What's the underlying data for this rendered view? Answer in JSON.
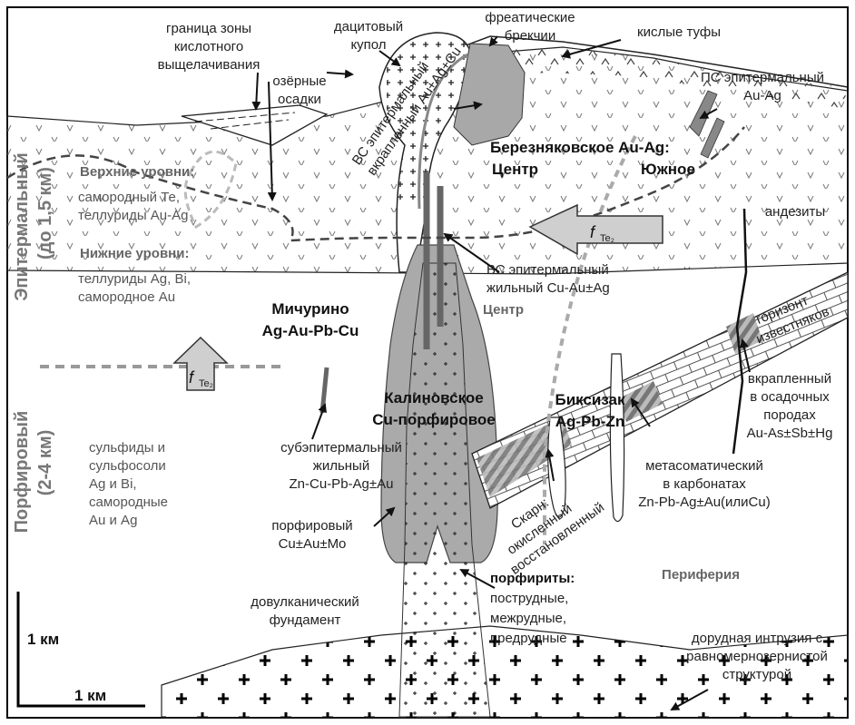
{
  "zones": {
    "epithermal": "Эпитермальный",
    "epithermal_depth": "(до 1,5 км)",
    "porphyry": "Порфировый",
    "porphyry_depth": "(2-4 км)"
  },
  "labels": {
    "acid_leach_boundary": [
      "граница зоны",
      "кислотного",
      "выщелачивания"
    ],
    "lake_sediments": [
      "озёрные",
      "осадки"
    ],
    "dacite_dome": [
      "дацитовый",
      "купол"
    ],
    "phreatic_breccia": [
      "фреатические",
      "брекчии"
    ],
    "acid_tuffs": "кислые туфы",
    "ls_epithermal": [
      "ПС эпитермальный",
      "Au-Ag"
    ],
    "hs_disseminated": [
      "ВС эпитермальный",
      "вкрапленный Au±Ag±Cu"
    ],
    "upper_levels_title": "Верхние уровни:",
    "upper_levels_text": [
      "самородный Те,",
      "теллуриды Au-Ag"
    ],
    "lower_levels_title": "Нижние уровни:",
    "lower_levels_text": [
      "теллуриды Ag, Bi,",
      "самородное Au"
    ],
    "andesites": "андезиты",
    "hs_vein": [
      "ВС эпитермальный",
      "жильный Cu-Au±Ag"
    ],
    "center": "Центр",
    "limestone_horizon": [
      "горизонт",
      "известняков"
    ],
    "disseminated_sediments": [
      "вкрапленный",
      "в осадочных",
      "породах",
      "Au-As±Sb±Hg"
    ],
    "subepithermal": [
      "субэпитермальный",
      "жильный",
      "Zn-Cu-Pb-Ag±Au"
    ],
    "porphyry_cu": [
      "порфировый",
      "Cu±Au±Mo"
    ],
    "sulfides": [
      "сульфиды и",
      "сульфосоли",
      "Ag и Bi,",
      "самородные",
      "Au и Ag"
    ],
    "skarn": [
      "Скарн:",
      "окисленный",
      "восстановленный"
    ],
    "metasomatic": [
      "метасоматический",
      "в карбонатах",
      "Zn-Pb-Ag±Au(илиCu)"
    ],
    "porphyrites_title": "порфириты:",
    "porphyrites_text": [
      "пострудные,",
      "межрудные,",
      "предрудные"
    ],
    "periphery": "Периферия",
    "basement": [
      "довулканический",
      "фундамент"
    ],
    "pre_ore_intrusion": [
      "дорудная интрузия с",
      "равномернозернистой",
      "структурой"
    ],
    "scale_v": "1 км",
    "scale_h": "1 км",
    "fte_symbol": "f",
    "fte_sub": "Te₂"
  },
  "deposits": {
    "bereznyak": [
      "Березняковское Au-Ag:",
      "Центр",
      "Южное"
    ],
    "michurino": [
      "Мичурино",
      "Ag-Au-Pb-Cu"
    ],
    "kalinovskoe": [
      "Калиновское",
      "Cu-порфировое"
    ],
    "biksizak": [
      "Биксизак",
      "Ag-Pb-Zn"
    ]
  },
  "colors": {
    "ore_gray": "#999999",
    "vein_gray": "#777777",
    "dashed_gray": "#aaaaaa",
    "arrow_fill": "#cfcfcf"
  }
}
